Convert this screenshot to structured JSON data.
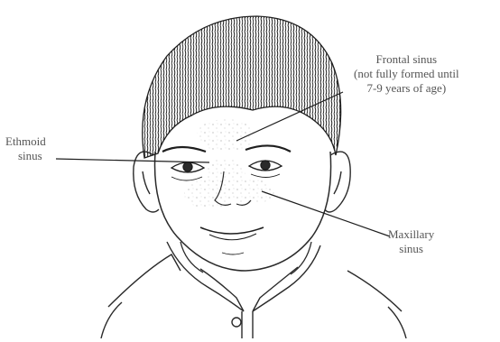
{
  "labels": {
    "frontal": {
      "lines": [
        "Frontal sinus",
        "(not fully formed until",
        "7-9 years of age)"
      ]
    },
    "ethmoid": {
      "lines": [
        "Ethmoid",
        "sinus"
      ]
    },
    "maxillary": {
      "lines": [
        "Maxillary",
        "sinus"
      ]
    }
  },
  "colors": {
    "ink": "#2a2a2a",
    "label": "#555555",
    "background": "#ffffff"
  }
}
